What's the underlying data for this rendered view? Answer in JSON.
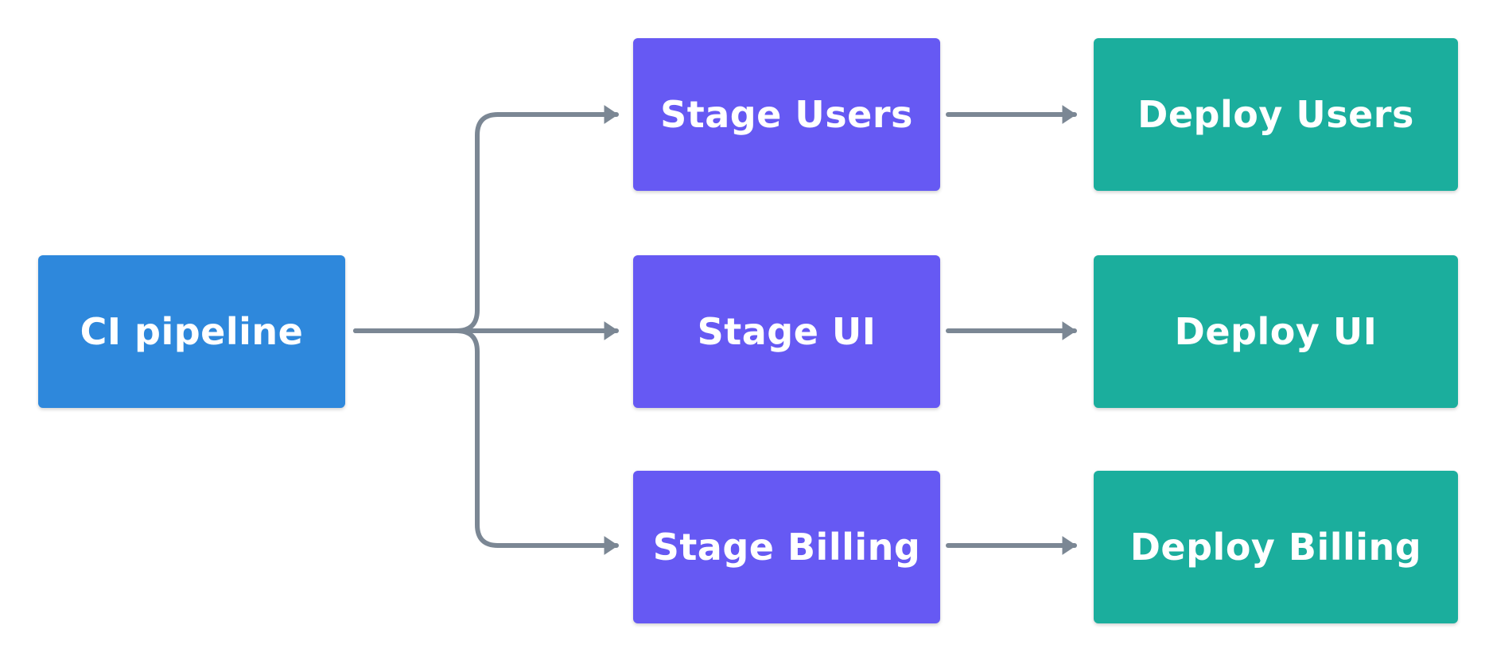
{
  "colors": {
    "source": "#2E88DC",
    "stage": "#6659F3",
    "deploy": "#1BAE9D",
    "edge": "#7B8794",
    "background": "#FFFFFF"
  },
  "diagram": {
    "source": {
      "label": "CI pipeline"
    },
    "stages": [
      {
        "label": "Stage Users"
      },
      {
        "label": "Stage UI"
      },
      {
        "label": "Stage Billing"
      }
    ],
    "deploys": [
      {
        "label": "Deploy Users"
      },
      {
        "label": "Deploy UI"
      },
      {
        "label": "Deploy Billing"
      }
    ],
    "edges": [
      {
        "from": "CI pipeline",
        "to": "Stage Users"
      },
      {
        "from": "CI pipeline",
        "to": "Stage UI"
      },
      {
        "from": "CI pipeline",
        "to": "Stage Billing"
      },
      {
        "from": "Stage Users",
        "to": "Deploy Users"
      },
      {
        "from": "Stage UI",
        "to": "Deploy UI"
      },
      {
        "from": "Stage Billing",
        "to": "Deploy Billing"
      }
    ]
  }
}
